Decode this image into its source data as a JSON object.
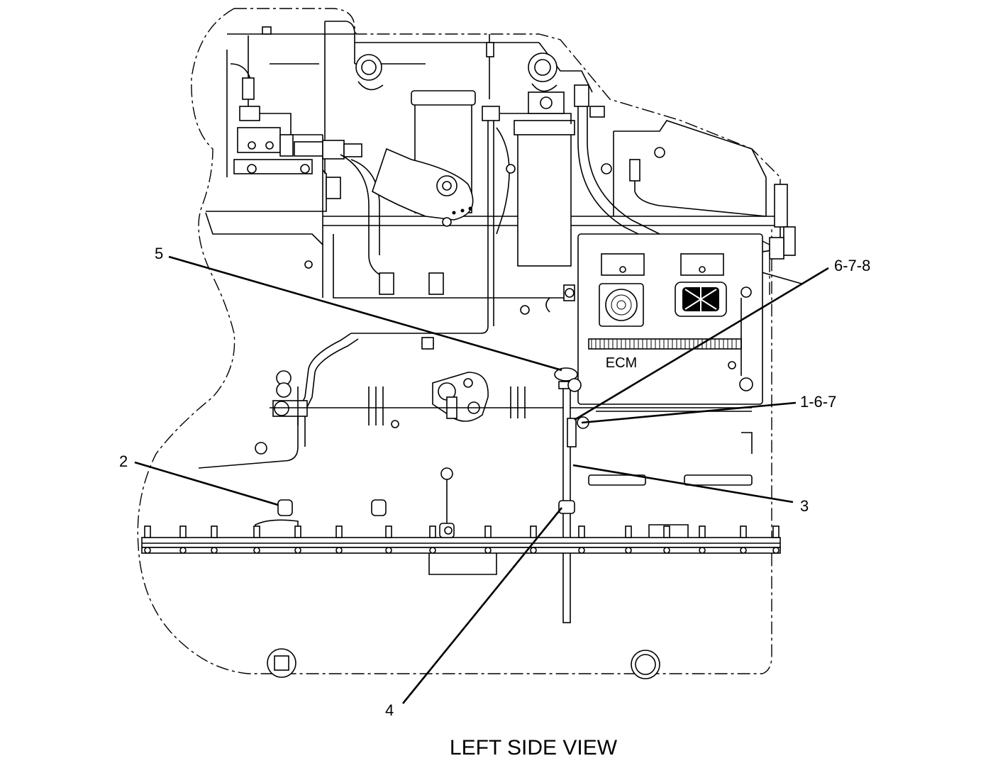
{
  "diagram": {
    "view_title": "LEFT SIDE VIEW",
    "component_labels": {
      "ecm": "ECM"
    },
    "callouts": [
      {
        "id": "callout-5",
        "text": "5"
      },
      {
        "id": "callout-6-7-8",
        "text": "6-7-8"
      },
      {
        "id": "callout-1-6-7",
        "text": "1-6-7"
      },
      {
        "id": "callout-2",
        "text": "2"
      },
      {
        "id": "callout-3",
        "text": "3"
      },
      {
        "id": "callout-4",
        "text": "4"
      }
    ]
  }
}
